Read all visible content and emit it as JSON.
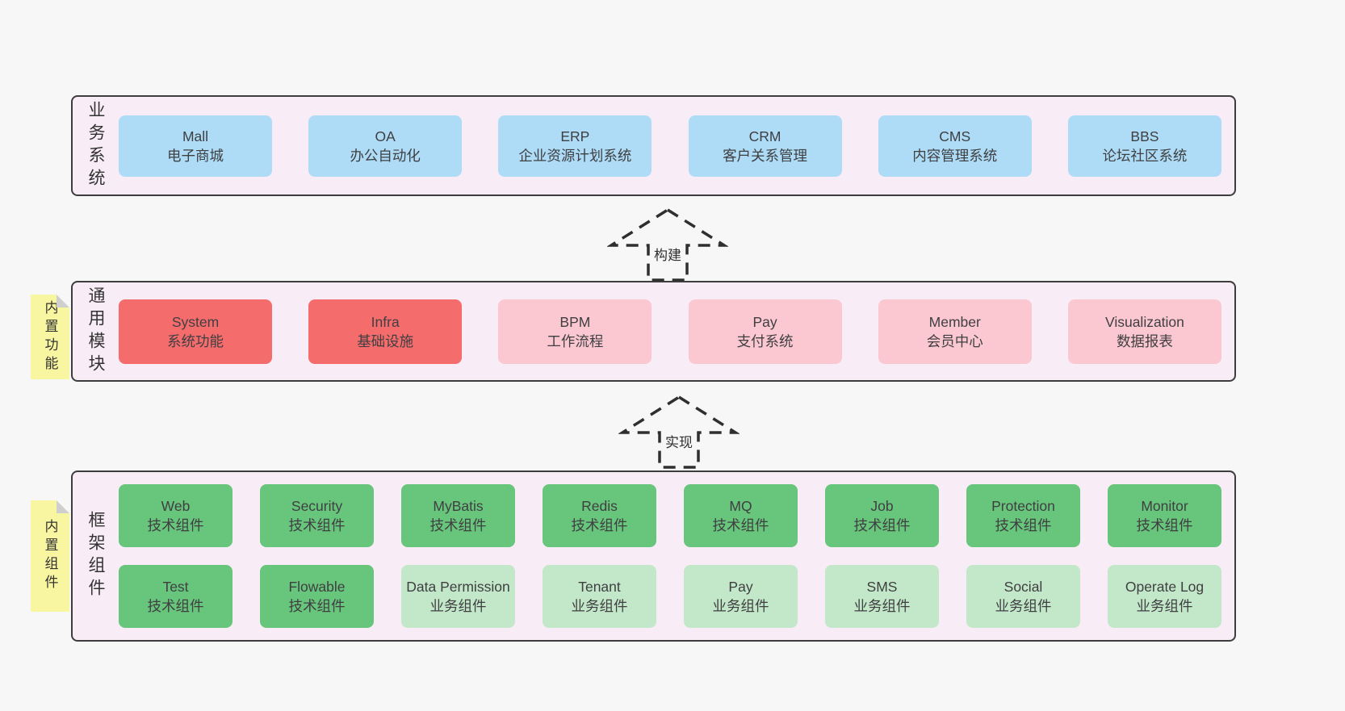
{
  "page": {
    "background": "#f7f7f7"
  },
  "colors": {
    "container_bg": "#f8edf6",
    "container_border": "#3d3d3d",
    "blue": "#aedcf7",
    "red": "#f56c6c",
    "pink": "#fbc8d2",
    "green": "#68c57c",
    "light_green": "#c3e8c9",
    "sticky_yellow": "#f9f6a1",
    "sticky_fold": "#cfcfcf",
    "arrow_stroke": "#2f2f2f",
    "text": "#3f3f42"
  },
  "sections": {
    "business": {
      "label": "业务系统",
      "items": [
        {
          "title": "Mall",
          "subtitle": "电子商城",
          "color": "blue"
        },
        {
          "title": "OA",
          "subtitle": "办公自动化",
          "color": "blue"
        },
        {
          "title": "ERP",
          "subtitle": "企业资源计划系统",
          "color": "blue"
        },
        {
          "title": "CRM",
          "subtitle": "客户关系管理",
          "color": "blue"
        },
        {
          "title": "CMS",
          "subtitle": "内容管理系统",
          "color": "blue"
        },
        {
          "title": "BBS",
          "subtitle": "论坛社区系统",
          "color": "blue"
        }
      ]
    },
    "modules": {
      "label": "通用模块",
      "note": "内置功能",
      "items": [
        {
          "title": "System",
          "subtitle": "系统功能",
          "color": "red"
        },
        {
          "title": "Infra",
          "subtitle": "基础设施",
          "color": "red"
        },
        {
          "title": "BPM",
          "subtitle": "工作流程",
          "color": "pink"
        },
        {
          "title": "Pay",
          "subtitle": "支付系统",
          "color": "pink"
        },
        {
          "title": "Member",
          "subtitle": "会员中心",
          "color": "pink"
        },
        {
          "title": "Visualization",
          "subtitle": "数据报表",
          "color": "pink"
        }
      ]
    },
    "framework": {
      "label": "框架组件",
      "note": "内置组件",
      "rows": [
        [
          {
            "title": "Web",
            "subtitle": "技术组件",
            "color": "green"
          },
          {
            "title": "Security",
            "subtitle": "技术组件",
            "color": "green"
          },
          {
            "title": "MyBatis",
            "subtitle": "技术组件",
            "color": "green"
          },
          {
            "title": "Redis",
            "subtitle": "技术组件",
            "color": "green"
          },
          {
            "title": "MQ",
            "subtitle": "技术组件",
            "color": "green"
          },
          {
            "title": "Job",
            "subtitle": "技术组件",
            "color": "green"
          },
          {
            "title": "Protection",
            "subtitle": "技术组件",
            "color": "green"
          },
          {
            "title": "Monitor",
            "subtitle": "技术组件",
            "color": "green"
          }
        ],
        [
          {
            "title": "Test",
            "subtitle": "技术组件",
            "color": "green"
          },
          {
            "title": "Flowable",
            "subtitle": "技术组件",
            "color": "green"
          },
          {
            "title": "Data Permission",
            "subtitle": "业务组件",
            "color": "light_green"
          },
          {
            "title": "Tenant",
            "subtitle": "业务组件",
            "color": "light_green"
          },
          {
            "title": "Pay",
            "subtitle": "业务组件",
            "color": "light_green"
          },
          {
            "title": "SMS",
            "subtitle": "业务组件",
            "color": "light_green"
          },
          {
            "title": "Social",
            "subtitle": "业务组件",
            "color": "light_green"
          },
          {
            "title": "Operate Log",
            "subtitle": "业务组件",
            "color": "light_green"
          }
        ]
      ]
    }
  },
  "arrows": [
    {
      "label": "构建"
    },
    {
      "label": "实现"
    }
  ]
}
